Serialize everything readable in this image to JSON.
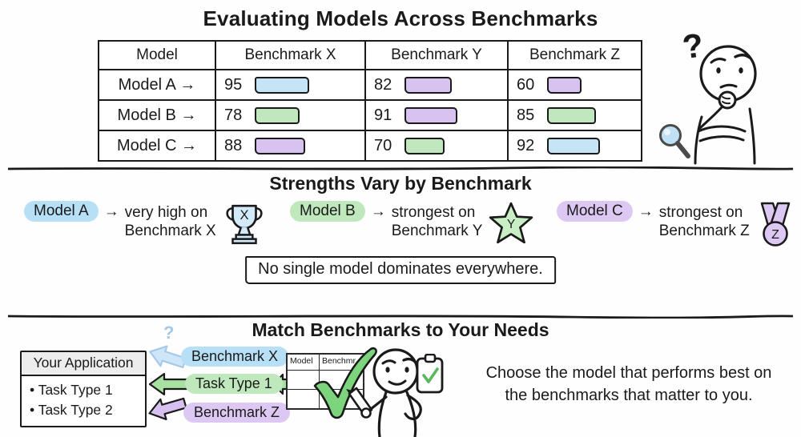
{
  "colors": {
    "blue": "#c5e5f6",
    "green": "#c0e7bd",
    "purple": "#d8c3f0",
    "pill_blue": "#b7e0f7",
    "pill_green": "#c0e8bd",
    "pill_purple": "#ddc8f4",
    "arrow_blue": "#cfe6f8",
    "arrow_blue_stroke": "#a5c9e6",
    "arrow_green": "#a8dfa3",
    "arrow_purple": "#d8c1f0",
    "check_green": "#7cd47c",
    "clip_check": "#5cb85c",
    "trophy": "#d3eafa",
    "star": "#c9edc5",
    "medal": "#ddc7f3",
    "lens": "#bfe0f5",
    "ink": "#1a1a1a"
  },
  "header": {
    "title": "Evaluating Models Across Benchmarks"
  },
  "table": {
    "headers": [
      "Model",
      "Benchmark X",
      "Benchmark Y",
      "Benchmark Z"
    ],
    "rows": [
      {
        "model": "Model A",
        "arrow": "→",
        "cells": [
          {
            "value": 95,
            "color": "blue"
          },
          {
            "value": 82,
            "color": "purple"
          },
          {
            "value": 60,
            "color": "purple"
          }
        ]
      },
      {
        "model": "Model B",
        "arrow": "→",
        "cells": [
          {
            "value": 78,
            "color": "green"
          },
          {
            "value": 91,
            "color": "purple"
          },
          {
            "value": 85,
            "color": "green"
          }
        ]
      },
      {
        "model": "Model C",
        "arrow": "→",
        "cells": [
          {
            "value": 88,
            "color": "purple"
          },
          {
            "value": 70,
            "color": "green"
          },
          {
            "value": 92,
            "color": "blue"
          }
        ]
      }
    ]
  },
  "strengths": {
    "title": "Strengths Vary by Benchmark",
    "items": [
      {
        "model": "Model A",
        "arrow": "→",
        "line1": "very high on",
        "line2": "Benchmark X",
        "highlight": "pill_blue",
        "icon": "trophy-icon",
        "letter": "X"
      },
      {
        "model": "Model B",
        "arrow": "→",
        "line1": "strongest on",
        "line2": "Benchmark Y",
        "highlight": "pill_green",
        "icon": "star-icon",
        "letter": "Y"
      },
      {
        "model": "Model C",
        "arrow": "→",
        "line1": "strongest on",
        "line2": "Benchmark Z",
        "highlight": "pill_purple",
        "icon": "medal-icon",
        "letter": "Z"
      }
    ],
    "note": "No single model dominates everywhere."
  },
  "match": {
    "title": "Match Benchmarks to Your Needs",
    "application": {
      "title": "Your Application",
      "bullet": "•",
      "items": [
        "Task Type 1",
        "Task Type 2"
      ]
    },
    "question_mark": "?",
    "labels": [
      {
        "text": "Benchmark X",
        "highlight": "pill_blue"
      },
      {
        "text": "Task Type 1",
        "highlight": "pill_green"
      },
      {
        "text": "Benchmark Z",
        "highlight": "pill_purple"
      }
    ],
    "mini_table": {
      "headers": [
        "Model",
        "Benchmr"
      ]
    },
    "advice_line1": "Choose the model that performs best on",
    "advice_line2": "the benchmarks that matter to you."
  },
  "doodles": {
    "question_mark": "?"
  }
}
